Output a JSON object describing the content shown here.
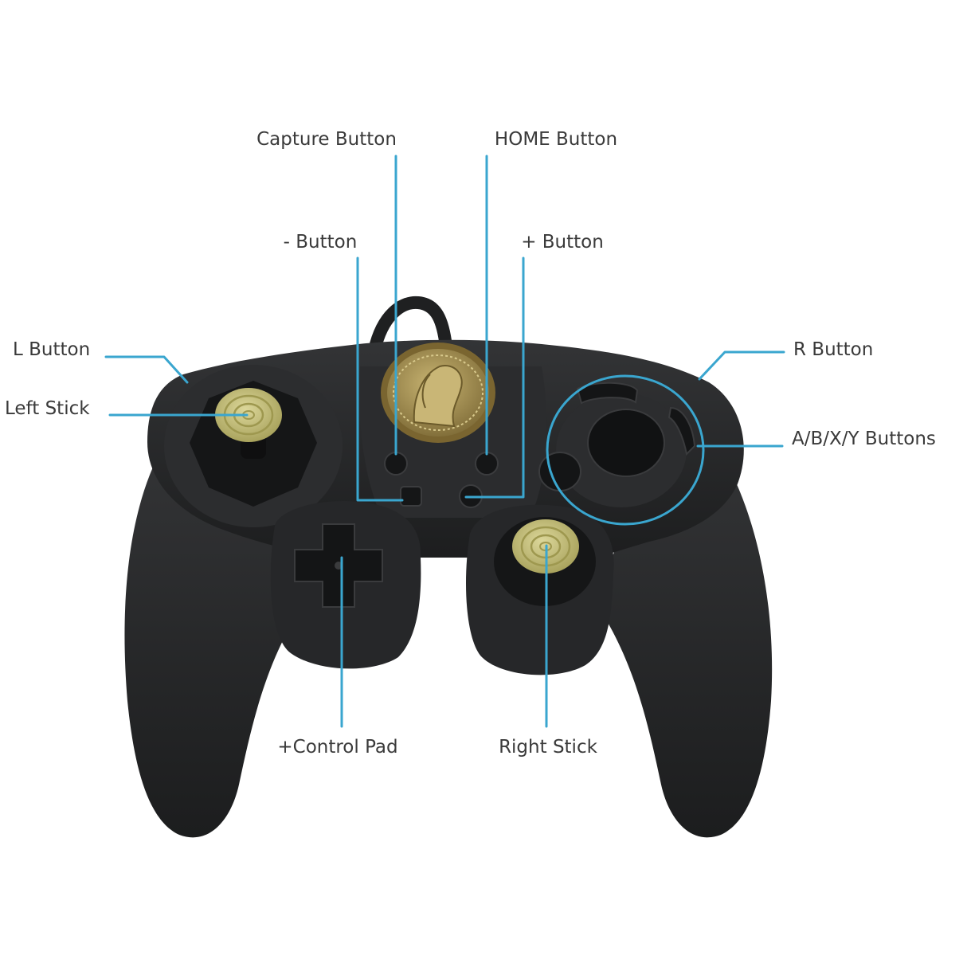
{
  "diagram": {
    "colors": {
      "leader": "#3aa6cf",
      "body": "#252627",
      "body_highlight": "#3a3b3d",
      "stick_cap": "#c9c37e",
      "emblem": "#a99552",
      "label_text": "#3a3a3a"
    },
    "labels": {
      "capture": "Capture Button",
      "home": "HOME Button",
      "minus": "- Button",
      "plus": "+ Button",
      "l_button": "L Button",
      "left_stick": "Left Stick",
      "r_button": "R Button",
      "abxy": "A/B/X/Y Buttons",
      "dpad": "+Control Pad",
      "right_stick": "Right Stick"
    },
    "icons": [
      "controller-image",
      "emblem-icon",
      "left-stick-icon",
      "right-stick-icon",
      "dpad-icon",
      "abxy-cluster-icon"
    ]
  }
}
